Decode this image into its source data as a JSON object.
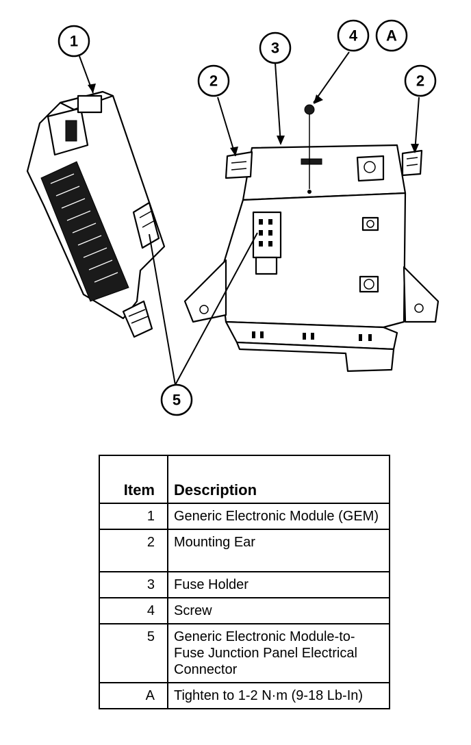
{
  "callouts": [
    "1",
    "2",
    "2",
    "3",
    "4",
    "A",
    "5"
  ],
  "table": {
    "headers": {
      "item": "Item",
      "description": "Description"
    },
    "rows": [
      {
        "item": "1",
        "description": "Generic Electronic Module (GEM)"
      },
      {
        "item": "2",
        "description": "Mounting Ear"
      },
      {
        "item": "3",
        "description": "Fuse Holder"
      },
      {
        "item": "4",
        "description": "Screw"
      },
      {
        "item": "5",
        "description": "Generic Electronic Module-to-Fuse Junction Panel Electrical Connector"
      },
      {
        "item": "A",
        "description": "Tighten to 1-2 N·m (9-18 Lb-In)"
      }
    ]
  }
}
